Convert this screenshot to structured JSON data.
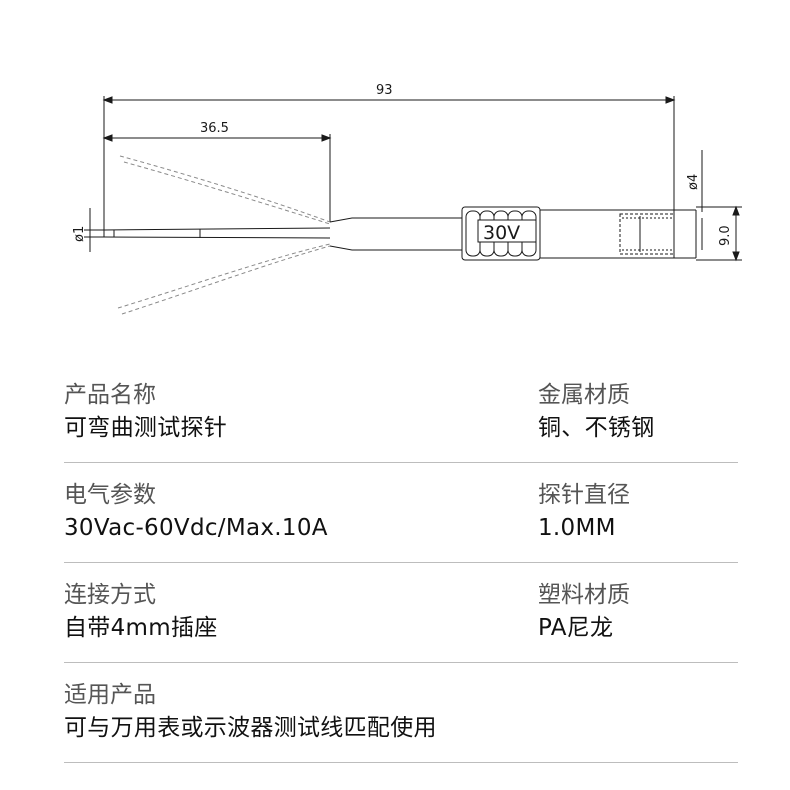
{
  "drawing": {
    "dim_total": "93",
    "dim_tip": "36.5",
    "dim_pin_dia": "ø1",
    "dim_socket_dia": "ø4",
    "dim_body_height": "9.0",
    "body_marking": "30V"
  },
  "specs": [
    {
      "left": {
        "label": "产品名称",
        "value": "可弯曲测试探针"
      },
      "right": {
        "label": "金属材质",
        "value": "铜、不锈钢"
      }
    },
    {
      "left": {
        "label": "电气参数",
        "value": "30Vac-60Vdc/Max.10A"
      },
      "right": {
        "label": "探针直径",
        "value": "1.0MM"
      }
    },
    {
      "left": {
        "label": "连接方式",
        "value": "自带4mm插座"
      },
      "right": {
        "label": "塑料材质",
        "value": "PA尼龙"
      }
    },
    {
      "left": {
        "label": "适用产品",
        "value": "可与万用表或示波器测试线匹配使用"
      }
    }
  ]
}
